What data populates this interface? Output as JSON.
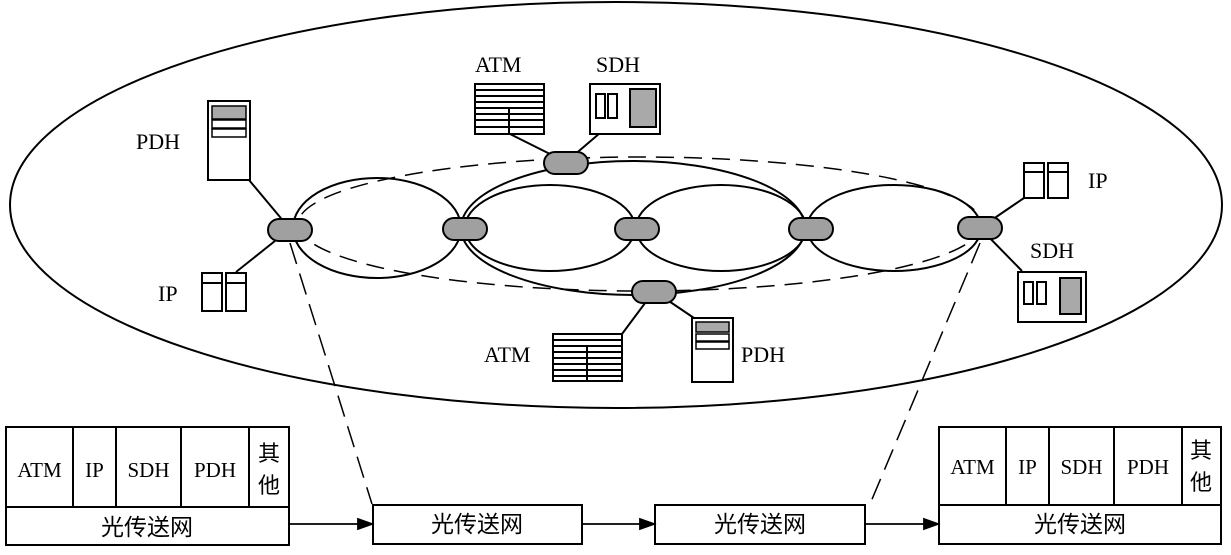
{
  "labels": {
    "atm_top": "ATM",
    "sdh_top": "SDH",
    "pdh_left": "PDH",
    "ip_left": "IP",
    "ip_right": "IP",
    "sdh_right": "SDH",
    "atm_bottom": "ATM",
    "pdh_bottom": "PDH"
  },
  "left_stack": {
    "cells": [
      "ATM",
      "IP",
      "SDH",
      "PDH"
    ],
    "other_line1": "其",
    "other_line2": "他",
    "base": "光传送网"
  },
  "right_stack": {
    "cells": [
      "ATM",
      "IP",
      "SDH",
      "PDH"
    ],
    "other_line1": "其",
    "other_line2": "他",
    "base": "光传送网"
  },
  "middle_boxes": [
    "光传送网",
    "光传送网"
  ],
  "colors": {
    "node_fill": "#a0a0a0",
    "device_fill": "#a9a9a9",
    "line": "#000000"
  }
}
